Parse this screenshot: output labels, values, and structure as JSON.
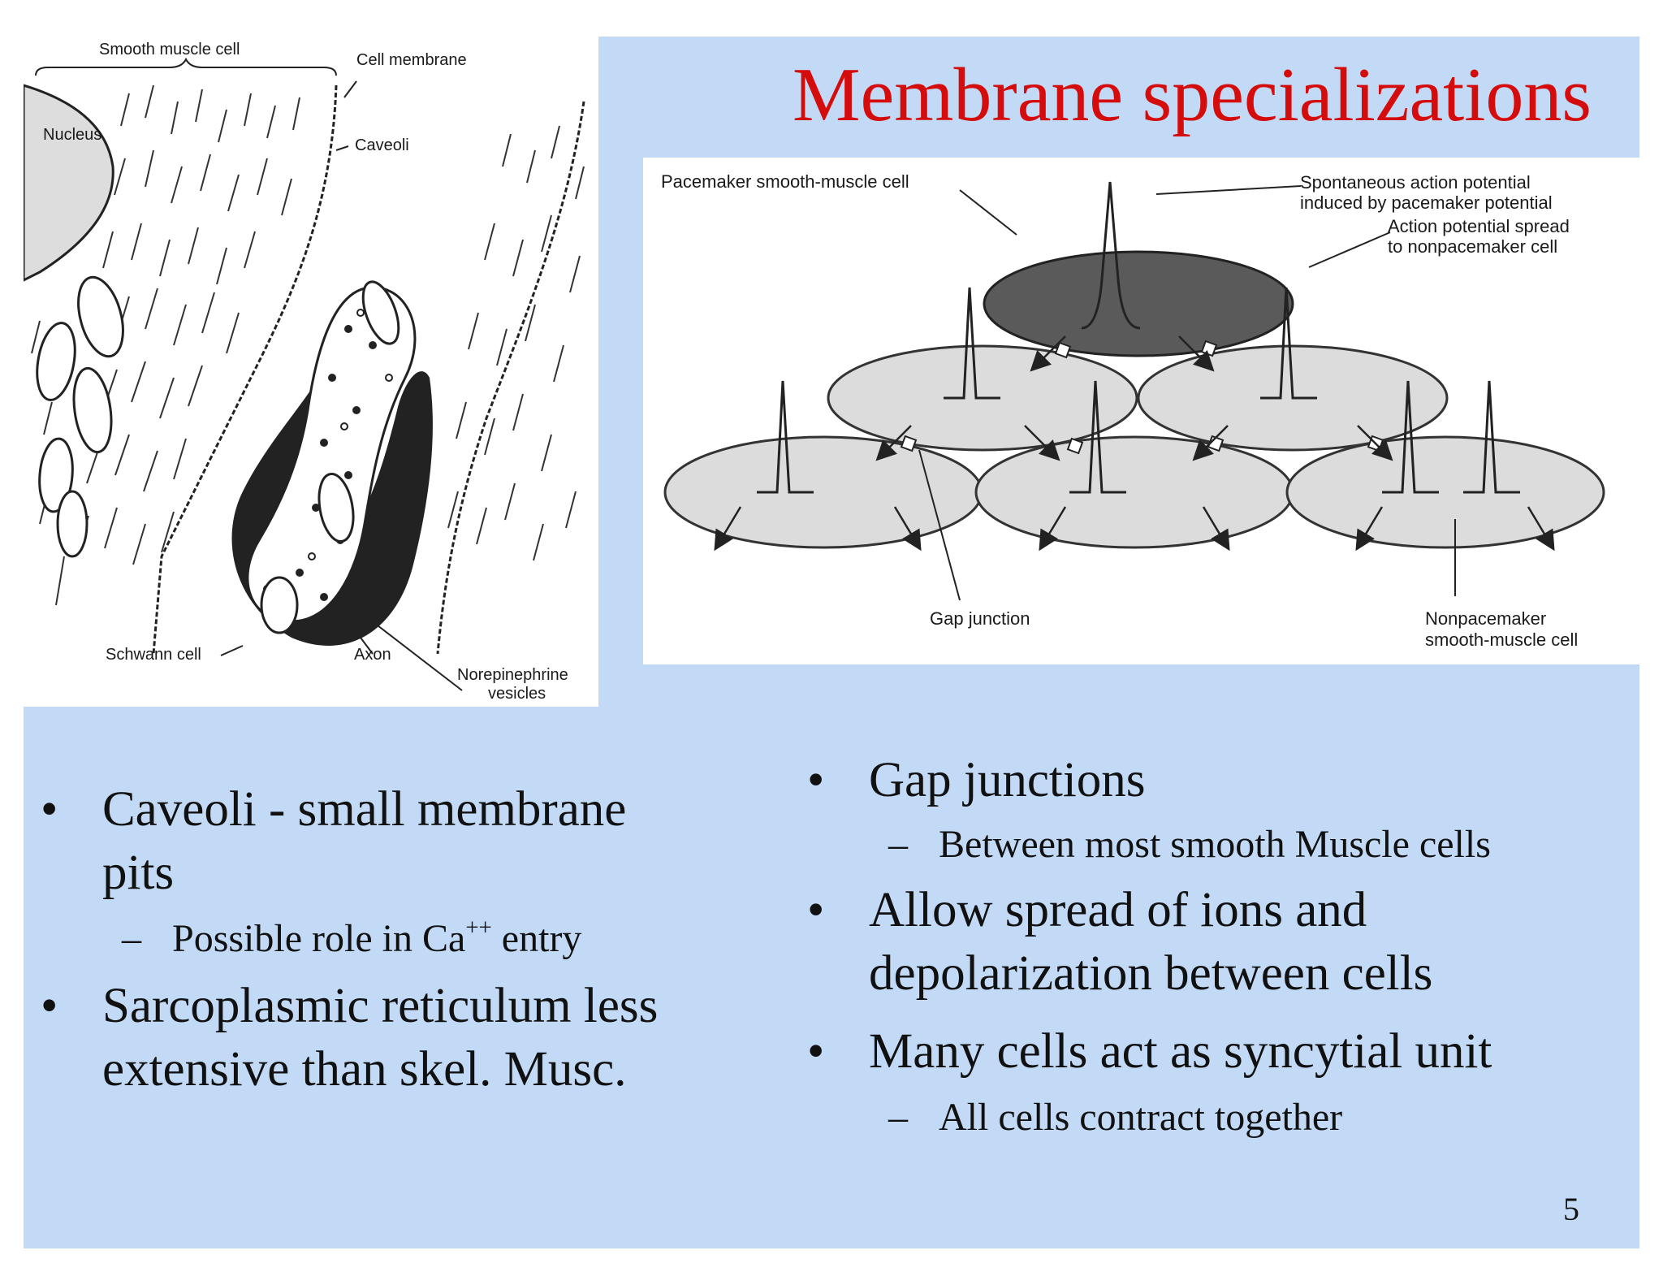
{
  "title": "Membrane specializations",
  "left_figure": {
    "labels": {
      "smooth_muscle_cell": "Smooth muscle cell",
      "cell_membrane": "Cell membrane",
      "nucleus": "Nucleus",
      "caveoli": "Caveoli",
      "schwann_cell": "Schwann cell",
      "axon": "Axon",
      "norepinephrine_1": "Norepinephrine",
      "norepinephrine_2": "vesicles"
    }
  },
  "right_figure": {
    "labels": {
      "pacemaker": "Pacemaker smooth-muscle cell",
      "spontaneous_1": "Spontaneous action potential",
      "spontaneous_2": "induced by pacemaker potential",
      "spread_1": "Action potential spread",
      "spread_2": "to nonpacemaker cell",
      "gap_junction": "Gap junction",
      "nonpacemaker_1": "Nonpacemaker",
      "nonpacemaker_2": "smooth-muscle cell"
    }
  },
  "left_bullets": {
    "b1_line1": "Caveoli - small  membrane",
    "b1_line2": "pits",
    "sub1_pre": "Possible role in Ca",
    "sub1_sup": "++",
    "sub1_post": " entry",
    "b2_line1": "Sarcoplasmic reticulum less",
    "b2_line2": "extensive than skel. Musc."
  },
  "right_bullets": {
    "b1": "Gap junctions",
    "sub1": "Between most smooth Muscle cells",
    "b2_line1": "Allow spread of ions and",
    "b2_line2": "depolarization between cells",
    "b3": "Many cells act as syncytial unit",
    "sub2": "All cells contract together"
  },
  "bullet_char": "•",
  "dash_char": "–",
  "page_number": "5"
}
